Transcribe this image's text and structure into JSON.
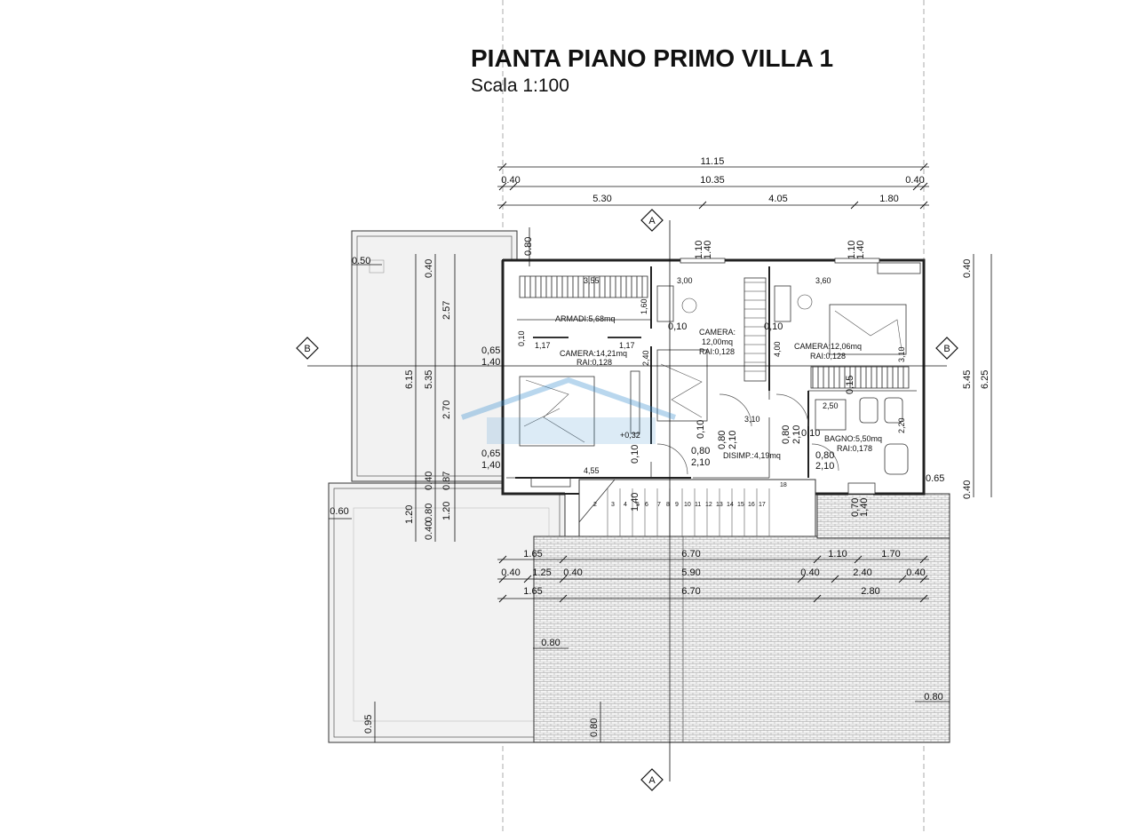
{
  "title": "PIANTA PIANO PRIMO VILLA 1",
  "subtitle": "Scala 1:100",
  "section_marks": {
    "a": "A",
    "b": "B"
  },
  "rooms": {
    "armadi": "ARMADI:5,68mq",
    "camera1_a": "CAMERA:14,21mq",
    "camera1_b": "RAI:0,128",
    "camera2_a": "CAMERA:",
    "camera2_b": "12,00mq",
    "camera2_c": "RAI:0,128",
    "camera3_a": "CAMERA:12,06mq",
    "camera3_b": "RAI:0,128",
    "bagno_a": "BAGNO:5,50mq",
    "bagno_b": "RAI:0,178",
    "disimp": "DISIMP.:4,19mq",
    "level": "+0,32"
  },
  "dims": {
    "top_total": "11.15",
    "top_l": "0.40",
    "top_mid": "10.35",
    "top_r": "0.40",
    "top_a": "5.30",
    "top_b": "4.05",
    "top_c": "1.80",
    "d080_top": "0.80",
    "w110a": "1.10",
    "w140a": "1.40",
    "w110b": "1.10",
    "w140b": "1.40",
    "d050": "0.50",
    "l040a": "0.40",
    "l257": "2.57",
    "l615": "6.15",
    "l535": "5.35",
    "l270": "2.70",
    "l040b": "0.40",
    "l087": "0.87",
    "l120a": "1.20",
    "l080": "0.80",
    "l120b": "1.20",
    "l040c": "0.40",
    "w065a": "0,65",
    "w140c": "1,40",
    "w065b": "0,65",
    "w140d": "1,40",
    "r040a": "0.40",
    "r545": "5.45",
    "r625": "6.25",
    "r040b": "0.40",
    "r065": "0.65",
    "i355": "3,55",
    "i300": "3,00",
    "i360": "3,60",
    "i160": "1,60",
    "i010a": "0,10",
    "i117a": "1,17",
    "i117b": "1,17",
    "i010b": "0,10",
    "i010c": "0,10",
    "i400": "4,00",
    "i310a": "3,10",
    "i240": "2,40",
    "i250": "2,50",
    "i015": "0,15",
    "i220": "2,20",
    "i310b": "3,10",
    "i010d": "0,10",
    "i010e": "0,10",
    "i455": "4,55",
    "i080a": "0,80",
    "i210a": "2,10",
    "i080b": "0,80",
    "i210b": "2,10",
    "i080c": "0,80",
    "i210c": "2,10",
    "i080d": "0,80",
    "i210d": "2,10",
    "i010f": "0,10",
    "s140": "1,40",
    "s070": "0,70",
    "s140b": "1,40",
    "s18": "18",
    "b165a": "1.65",
    "b670a": "6.70",
    "b110": "1.10",
    "b170": "1.70",
    "b040a": "0.40",
    "b125": "1.25",
    "b040b": "0.40",
    "b590": "5.90",
    "b040c": "0.40",
    "b240": "2.40",
    "b040d": "0.40",
    "b165b": "1.65",
    "b670b": "6.70",
    "b280": "2.80",
    "t060": "0.60",
    "t080a": "0.80",
    "t080b": "0.80",
    "t095": "0.95",
    "t080c": "0.80"
  },
  "stairs": [
    "2",
    "3",
    "4",
    "5",
    "6",
    "7",
    "8",
    "9",
    "10",
    "11",
    "12",
    "13",
    "14",
    "15",
    "16",
    "17"
  ]
}
